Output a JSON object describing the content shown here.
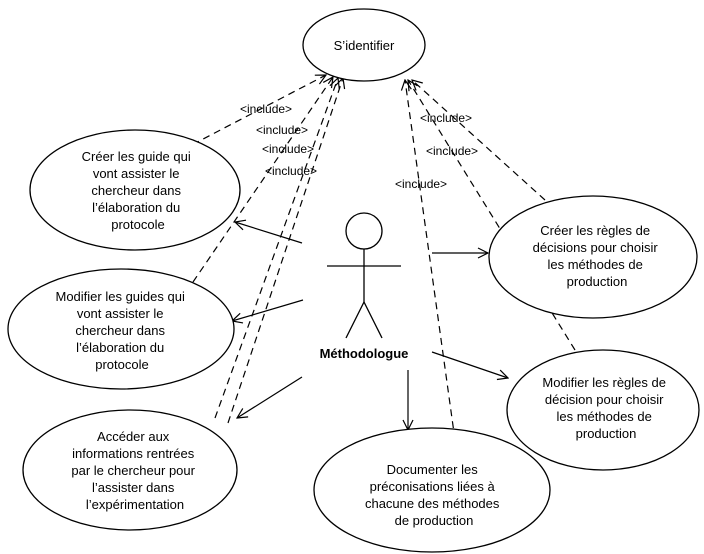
{
  "actor": {
    "name": "Méthodologue"
  },
  "use_cases": {
    "identify": [
      "S’identifier"
    ],
    "create_guides": [
      "Créer les guide qui",
      "vont assister le",
      "chercheur dans",
      "l’élaboration du",
      "protocole"
    ],
    "modify_guides": [
      "Modifier les guides qui",
      "vont assister le",
      "chercheur dans",
      "l’élaboration du",
      "protocole"
    ],
    "access_info": [
      "Accéder aux",
      "informations rentrées",
      "par le chercheur pour",
      "l’assister dans",
      "l’expérimentation"
    ],
    "create_rules": [
      "Créer les règles de",
      "décisions pour choisir",
      "les méthodes de",
      "production"
    ],
    "modify_rules": [
      "Modifier les règles de",
      "décision pour choisir",
      "les méthodes de",
      "production"
    ],
    "document": [
      "Documenter les",
      "préconisations liées à",
      "chacune des méthodes",
      "de production"
    ]
  },
  "include_labels": [
    "<include>",
    "<include>",
    "<include>",
    "<include>",
    "<include>",
    "<include>",
    "<include>"
  ]
}
